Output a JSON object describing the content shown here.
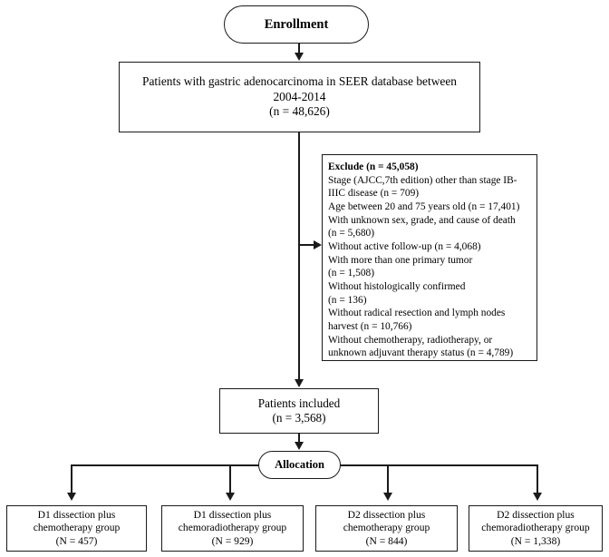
{
  "diagram": {
    "title": "CONSORT-style patient selection flow diagram",
    "colors": {
      "line": "#1a1a1a",
      "background": "#ffffff",
      "text": "#000000"
    },
    "enrollment": {
      "label": "Enrollment"
    },
    "allocation": {
      "label": "Allocation"
    },
    "source_box": {
      "text": "Patients with gastric adenocarcinoma in SEER database between\n2004-2014\n(n = 48,626)"
    },
    "exclude_box": {
      "heading": "Exclude (n = 45,058)",
      "lines": [
        "Stage (AJCC,7th edition) other than stage IB-",
        "IIIC disease (n = 709)",
        "Age between 20 and 75 years old (n = 17,401)",
        "With unknown sex, grade, and cause of death",
        "(n = 5,680)",
        "Without active follow-up (n = 4,068)",
        "With more than one primary tumor",
        "(n = 1,508)",
        "Without histologically confirmed",
        "(n = 136)",
        "Without radical resection and lymph nodes",
        "harvest (n = 10,766)",
        "Without chemotherapy, radiotherapy, or",
        "unknown adjuvant therapy status  (n = 4,789)"
      ]
    },
    "included_box": {
      "text": "Patients included\n(n = 3,568)"
    },
    "groups": [
      {
        "text": "D1 dissection plus\nchemotherapy group\n(N = 457)"
      },
      {
        "text": "D1 dissection plus\nchemoradiotherapy group\n(N = 929)"
      },
      {
        "text": "D2 dissection plus\nchemotherapy group\n(N = 844)"
      },
      {
        "text": "D2 dissection plus\nchemoradiotherapy group\n(N = 1,338)"
      }
    ]
  }
}
